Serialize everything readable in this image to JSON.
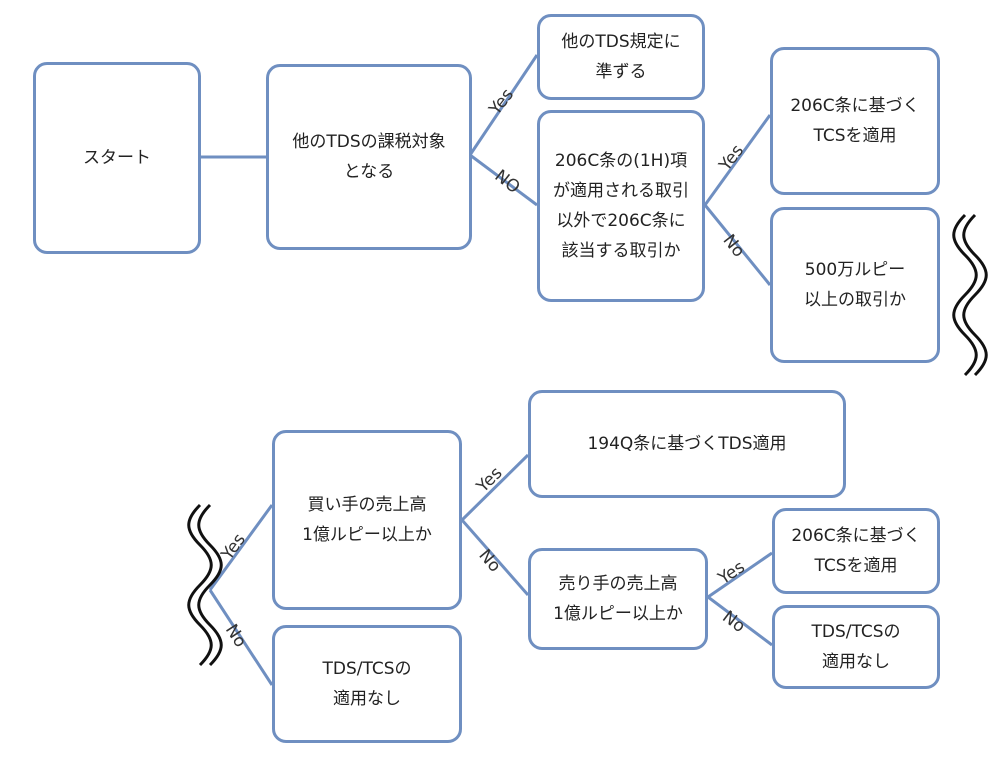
{
  "top": {
    "start": "スタート",
    "q_other_tds": "他のTDSの課税対象\nとなる",
    "other_tds": "他のTDS規定に\n準ずる",
    "q_206c": "206C条の(1H)項\nが適用される取引\n以外で206C条に\n該当する取引か",
    "tcs_206c": "206C条に基づく\nTCSを適用",
    "q_500": "500万ルピー\n以上の取引か"
  },
  "bottom": {
    "q_buyer": "買い手の売上高\n1億ルピー以上か",
    "tds_194q": "194Q条に基づくTDS適用",
    "q_seller": "売り手の売上高\n1億ルピー以上か",
    "tcs_206c": "206C条に基づく\nTCSを適用",
    "none_seller": "TDS/TCSの\n適用なし",
    "none_buyer": "TDS/TCSの\n適用なし"
  },
  "labels": {
    "yes1": "Yes",
    "no1": "NO",
    "yes2": "Yes",
    "no2": "No",
    "yes3": "Yes",
    "no3": "No",
    "yes4": "Yes",
    "no4": "No",
    "yes5": "Yes",
    "no5": "No"
  },
  "colors": {
    "border": "#6f8fc1",
    "wave": "#111111"
  }
}
